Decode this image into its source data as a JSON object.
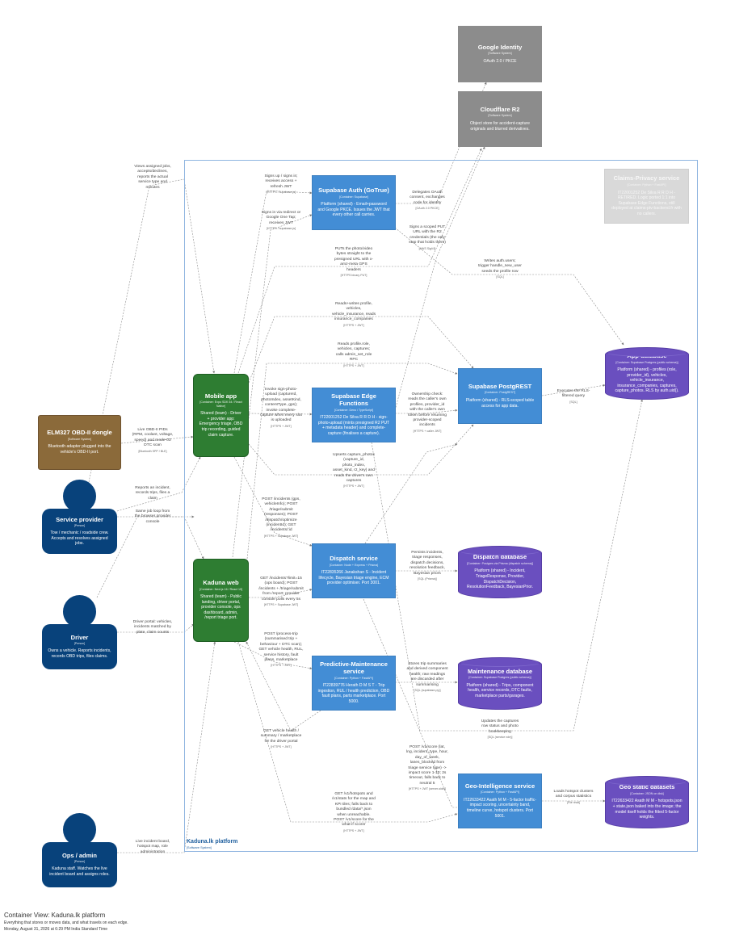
{
  "nodes": {
    "google": {
      "title": "Google Identity",
      "kind": "[Software System]",
      "desc": "OAuth 2.0 / PKCE"
    },
    "r2": {
      "title": "Cloudflare R2",
      "kind": "[Software System]",
      "desc": "Object store for accident-capture originals and blurred derivatives."
    },
    "privacy": {
      "title": "Claims-Privacy service",
      "kind": "[Container: Python + FastAPI]",
      "desc": "IT22001252 De Silva R R D H - RETIRED. Logic ported 1:1 into Supabase Edge Functions, still deployed at claims-ptv-backend.fr with no callers."
    },
    "auth": {
      "title": "Supabase Auth (GoTrue)",
      "kind": "[Container: Supabase]",
      "desc": "Platform (shared) - Email+password and Google PKCE. Issues the JWT that every other call carries."
    },
    "edge": {
      "title": "Supabase Edge Functions",
      "kind": "[Container: Deno / TypeScript]",
      "desc": "IT22001252 De Silva R R D H - sign-photo-upload (mints presigned R2 PUT + metadata header) and complete-capture (finalises a capture)."
    },
    "postgrest": {
      "title": "Supabase PostgREST",
      "kind": "[Container: PostgREST]",
      "desc": "Platform (shared) - RLS-scoped table access for app data."
    },
    "appdb": {
      "title": "App database",
      "kind": "[Container: Supabase Postgres (public schema)]",
      "desc": "Platform (shared) - profiles (role, provider_id), vehicles, vehicle_insurance, insurance_companies, captures, capture_photos. RLS by auth.uid()."
    },
    "mobile": {
      "title": "Mobile app",
      "kind": "[Container: Expo SDK 54 / React Native]",
      "desc": "Shared (team) - Driver + provider app: Emergency triage, OBD trip recording, guided claim capture."
    },
    "web": {
      "title": "Kaduna web",
      "kind": "[Container: Next.js 16 / React 19]",
      "desc": "Shared (team) - Public landing, driver portal, provider console, ops dashboard, admin, /report triage port."
    },
    "elm": {
      "title": "ELM327 OBD-II dongle",
      "kind": "[Software System]",
      "desc": "Bluetooth adapter plugged into the vehicle's OBD-II port."
    },
    "dispatch": {
      "title": "Dispatch service",
      "kind": "[Container: Node + Express + Prisma]",
      "desc": "IT22835266 Janakshan S - Incident lifecycle, Bayesian triage engine, ECM provider optimiser. Port 3001."
    },
    "dispatchdb": {
      "title": "Dispatch database",
      "kind": "[Container: Postgres via Prisma (dispatch schema)]",
      "desc": "Platform (shared) - Incident, TriageResponse, Provider, DispatchDecision, ResolutionFeedback, BayesianPrior."
    },
    "predictive": {
      "title": "Predictive-Maintenance service",
      "kind": "[Container: Python + FastAPI]",
      "desc": "IT22839776 Herath D M S T - Trip ingestion, RUL / health prediction, OBD fault plans, parts marketplace. Port 5000."
    },
    "maintdb": {
      "title": "Maintenance database",
      "kind": "[Container: Supabase Postgres (public schema)]",
      "desc": "Platform (shared) - Trips, component health, service records, DTC faults, marketplace parts/garages."
    },
    "geo": {
      "title": "Geo-Intelligence service",
      "kind": "[Container: Python + FastAPI]",
      "desc": "IT22633422 Asath M M - 5-factor traffic-impact scoring, uncertainty band, timeline curve, hotspot clusters. Port 5001."
    },
    "geostatic": {
      "title": "Geo static datasets",
      "kind": "[Container: JSON on disk]",
      "desc": "IT22633422 Asath M M - hotspots.json + state.json baked into the image; the model itself holds the fitted 5-factor weights."
    }
  },
  "people": {
    "provider": {
      "title": "Service provider",
      "kind": "[Person]",
      "desc": "Tow / mechanic / roadside crew. Accepts and resolves assigned jobs."
    },
    "driver": {
      "title": "Driver",
      "kind": "[Person]",
      "desc": "Owns a vehicle. Reports incidents, records OBD trips, files claims."
    },
    "ops": {
      "title": "Ops / admin",
      "kind": "[Person]",
      "desc": "Kaduna staff. Watches the live incident board and assigns roles."
    }
  },
  "boundary": {
    "title": "Kaduna.lk platform",
    "kind": "[Software System]"
  },
  "edges": {
    "e_views": {
      "text": "Views assigned jobs, accepts/declines, reports the actual service type and minutes",
      "tech": ""
    },
    "e_signup": {
      "text": "Signs up / signs in; receives access + refresh JWT",
      "tech": "[HTTPS / supabase-js]"
    },
    "e_signin": {
      "text": "Signs in via redirect or Google One Tap; receives JWT",
      "tech": "[HTTPS / supabase-js]"
    },
    "e_delegates": {
      "text": "Delegates OAuth consent, exchanges code for identity",
      "tech": "[OAuth 2.0 PKCE]"
    },
    "e_signsput": {
      "text": "Signs a scoped PUT URL with the R2 credentials (the only step that holds them)",
      "tech": "[AWS SigV4]"
    },
    "e_writesauth": {
      "text": "Writes auth.users; trigger handle_new_user seeds the profile row",
      "tech": "[SQL]"
    },
    "e_puts": {
      "text": "PUTs the photo/video bytes straight to the presigned URL with x-amz-meta GPS headers",
      "tech": "[HTTPS binary PUT]"
    },
    "e_readswrites": {
      "text": "Reads+writes profile, vehicles, vehicle_insurance, reads insurance_companies",
      "tech": "[HTTPS + JWT]"
    },
    "e_readsrole": {
      "text": "Reads profile.role, vehicles, captures; calls admin_set_role RPC",
      "tech": "[HTTPS + JWT]"
    },
    "e_invoke": {
      "text": "Invoke sign-photo-upload (captureId, photoIndex, assetKind, contentType, gps); invoke complete-capture when every slot is uploaded",
      "tech": "[HTTPS + JWT]"
    },
    "e_ownership": {
      "text": "Ownership check: reads the caller's own profiles, provider_id with the caller's own token before returning provider-scoped incidents",
      "tech": "[HTTPS + caller JWT]"
    },
    "e_rls": {
      "text": "Executes the RLS-filtered query",
      "tech": "[SQL]"
    },
    "e_upserts": {
      "text": "Upserts capture_photos (capture_id, photo_index, asset_kind, r2_key) and reads the driver's own captures",
      "tech": "[HTTPS + JWT]"
    },
    "e_obd": {
      "text": "Live OBD-II PIDs (RPM, coolant, voltage, speed) and mode-03 DTC scan",
      "tech": "[Bluetooth SPP / BLE]"
    },
    "e_reports": {
      "text": "Reports an incident, records trips, files a claim",
      "tech": ""
    },
    "e_samejob": {
      "text": "Same job loop from the browser provider console",
      "tech": ""
    },
    "e_postinc": {
      "text": "POST /incidents (gps, vehicleInfo); POST /triage/submit (responses); POST /dispatch/optimize (incidentId); GET /incidents/:id",
      "tech": "[HTTPS + Supabase JWT]"
    },
    "e_persists": {
      "text": "Persists incidents, triage responses, dispatch decisions, resolution feedback, Bayesian priors",
      "tech": "[SQL (Prisma)]"
    },
    "e_getinc": {
      "text": "GET /incidents?limit=15 (ops board); POST /incidents + /triage/submit from /report; provider console polls every 5s",
      "tech": "[HTTPS + Supabase JWT]"
    },
    "e_process": {
      "text": "POST /process-trip (summarised trip + behaviour + DTC scan); GET vehicle health, RUL, service history, fault plans, marketplace",
      "tech": "[HTTPS + JWT]"
    },
    "e_stores": {
      "text": "Stores trip summaries and derived component health; raw readings are discarded after summarising",
      "tech": "[SQL (supabase-py)]"
    },
    "e_updates": {
      "text": "Updates the captures row status and photo bookkeeping",
      "tech": "[SQL (service role)]"
    },
    "e_gethealth": {
      "text": "GET vehicle health / summary / marketplace for the driver portal",
      "tech": "[HTTPS + JWT]"
    },
    "e_postv1": {
      "text": "POST /v1/score (lat, lng, incident_type, hour, day_of_week, lanes_blocked from triage service type) -> impact score 1-10; 2s timeout, falls back to neutral 5",
      "tech": "[HTTPS + JWT (server-side)]"
    },
    "e_loads": {
      "text": "Loads hotspot clusters and corpus statistics",
      "tech": "[File read]"
    },
    "e_gethotspots": {
      "text": "GET /v1/hotspots and /v1/stats for the map and KPI tiles; falls back to bundled /data/*.json when unreachable. POST /v1/score for the what-if scorer",
      "tech": "[HTTPS + JWT]"
    },
    "e_driverportal": {
      "text": "Driver portal: vehicles, incidents matched by plate, claim counts",
      "tech": ""
    },
    "e_liveboard": {
      "text": "Live incident board, hotspot map, role administration",
      "tech": ""
    }
  },
  "footer": {
    "title": "Container View: Kaduna.lk platform",
    "desc": "Everything that stores or moves data, and what travels on each edge.",
    "date": "Monday, August 31, 2026 at 6:29 PM India Standard Time"
  }
}
